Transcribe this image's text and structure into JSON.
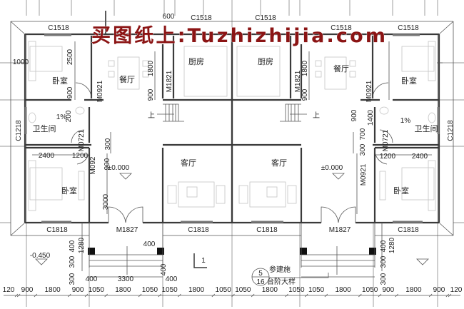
{
  "watermark": "买图纸上:Tuzhizhijia.com",
  "rooms": {
    "bedroom": "卧室",
    "dining": "餐厅",
    "kitchen": "厨房",
    "bathroom": "卫生间",
    "living": "客厅"
  },
  "windows": {
    "c1518": "C1518",
    "c1218": "C1218",
    "c1818": "C1818"
  },
  "doors": {
    "m0921": "M0921",
    "m1821": "M1821",
    "m0721": "M0721",
    "m1827": "M1827",
    "m092": "M092"
  },
  "elevations": {
    "floor": "±0.000",
    "ground": "-0.450"
  },
  "stair_up": "上",
  "slope": "1%",
  "section_mark": "1",
  "detail": {
    "number": "5",
    "sheet": "16",
    "note_ref": "参建施",
    "note_title": "台阶大样"
  },
  "dims": {
    "d600": "600",
    "d1000": "1000",
    "d2500": "2500",
    "d900": "900",
    "d1800": "1800",
    "d200": "200",
    "d300": "300",
    "d2400": "2400",
    "d1200": "1200",
    "d3000": "3000",
    "d1280": "1280",
    "d400": "400",
    "d3300": "3300",
    "d1400": "1400",
    "d700": "700"
  },
  "bottom_dims": [
    "120",
    "900",
    "1800",
    "900",
    "1050",
    "1800",
    "1050",
    "1050",
    "1800",
    "1050",
    "1050",
    "1800",
    "1050",
    "1050",
    "1800",
    "1050",
    "900",
    "1800",
    "900",
    "120"
  ]
}
